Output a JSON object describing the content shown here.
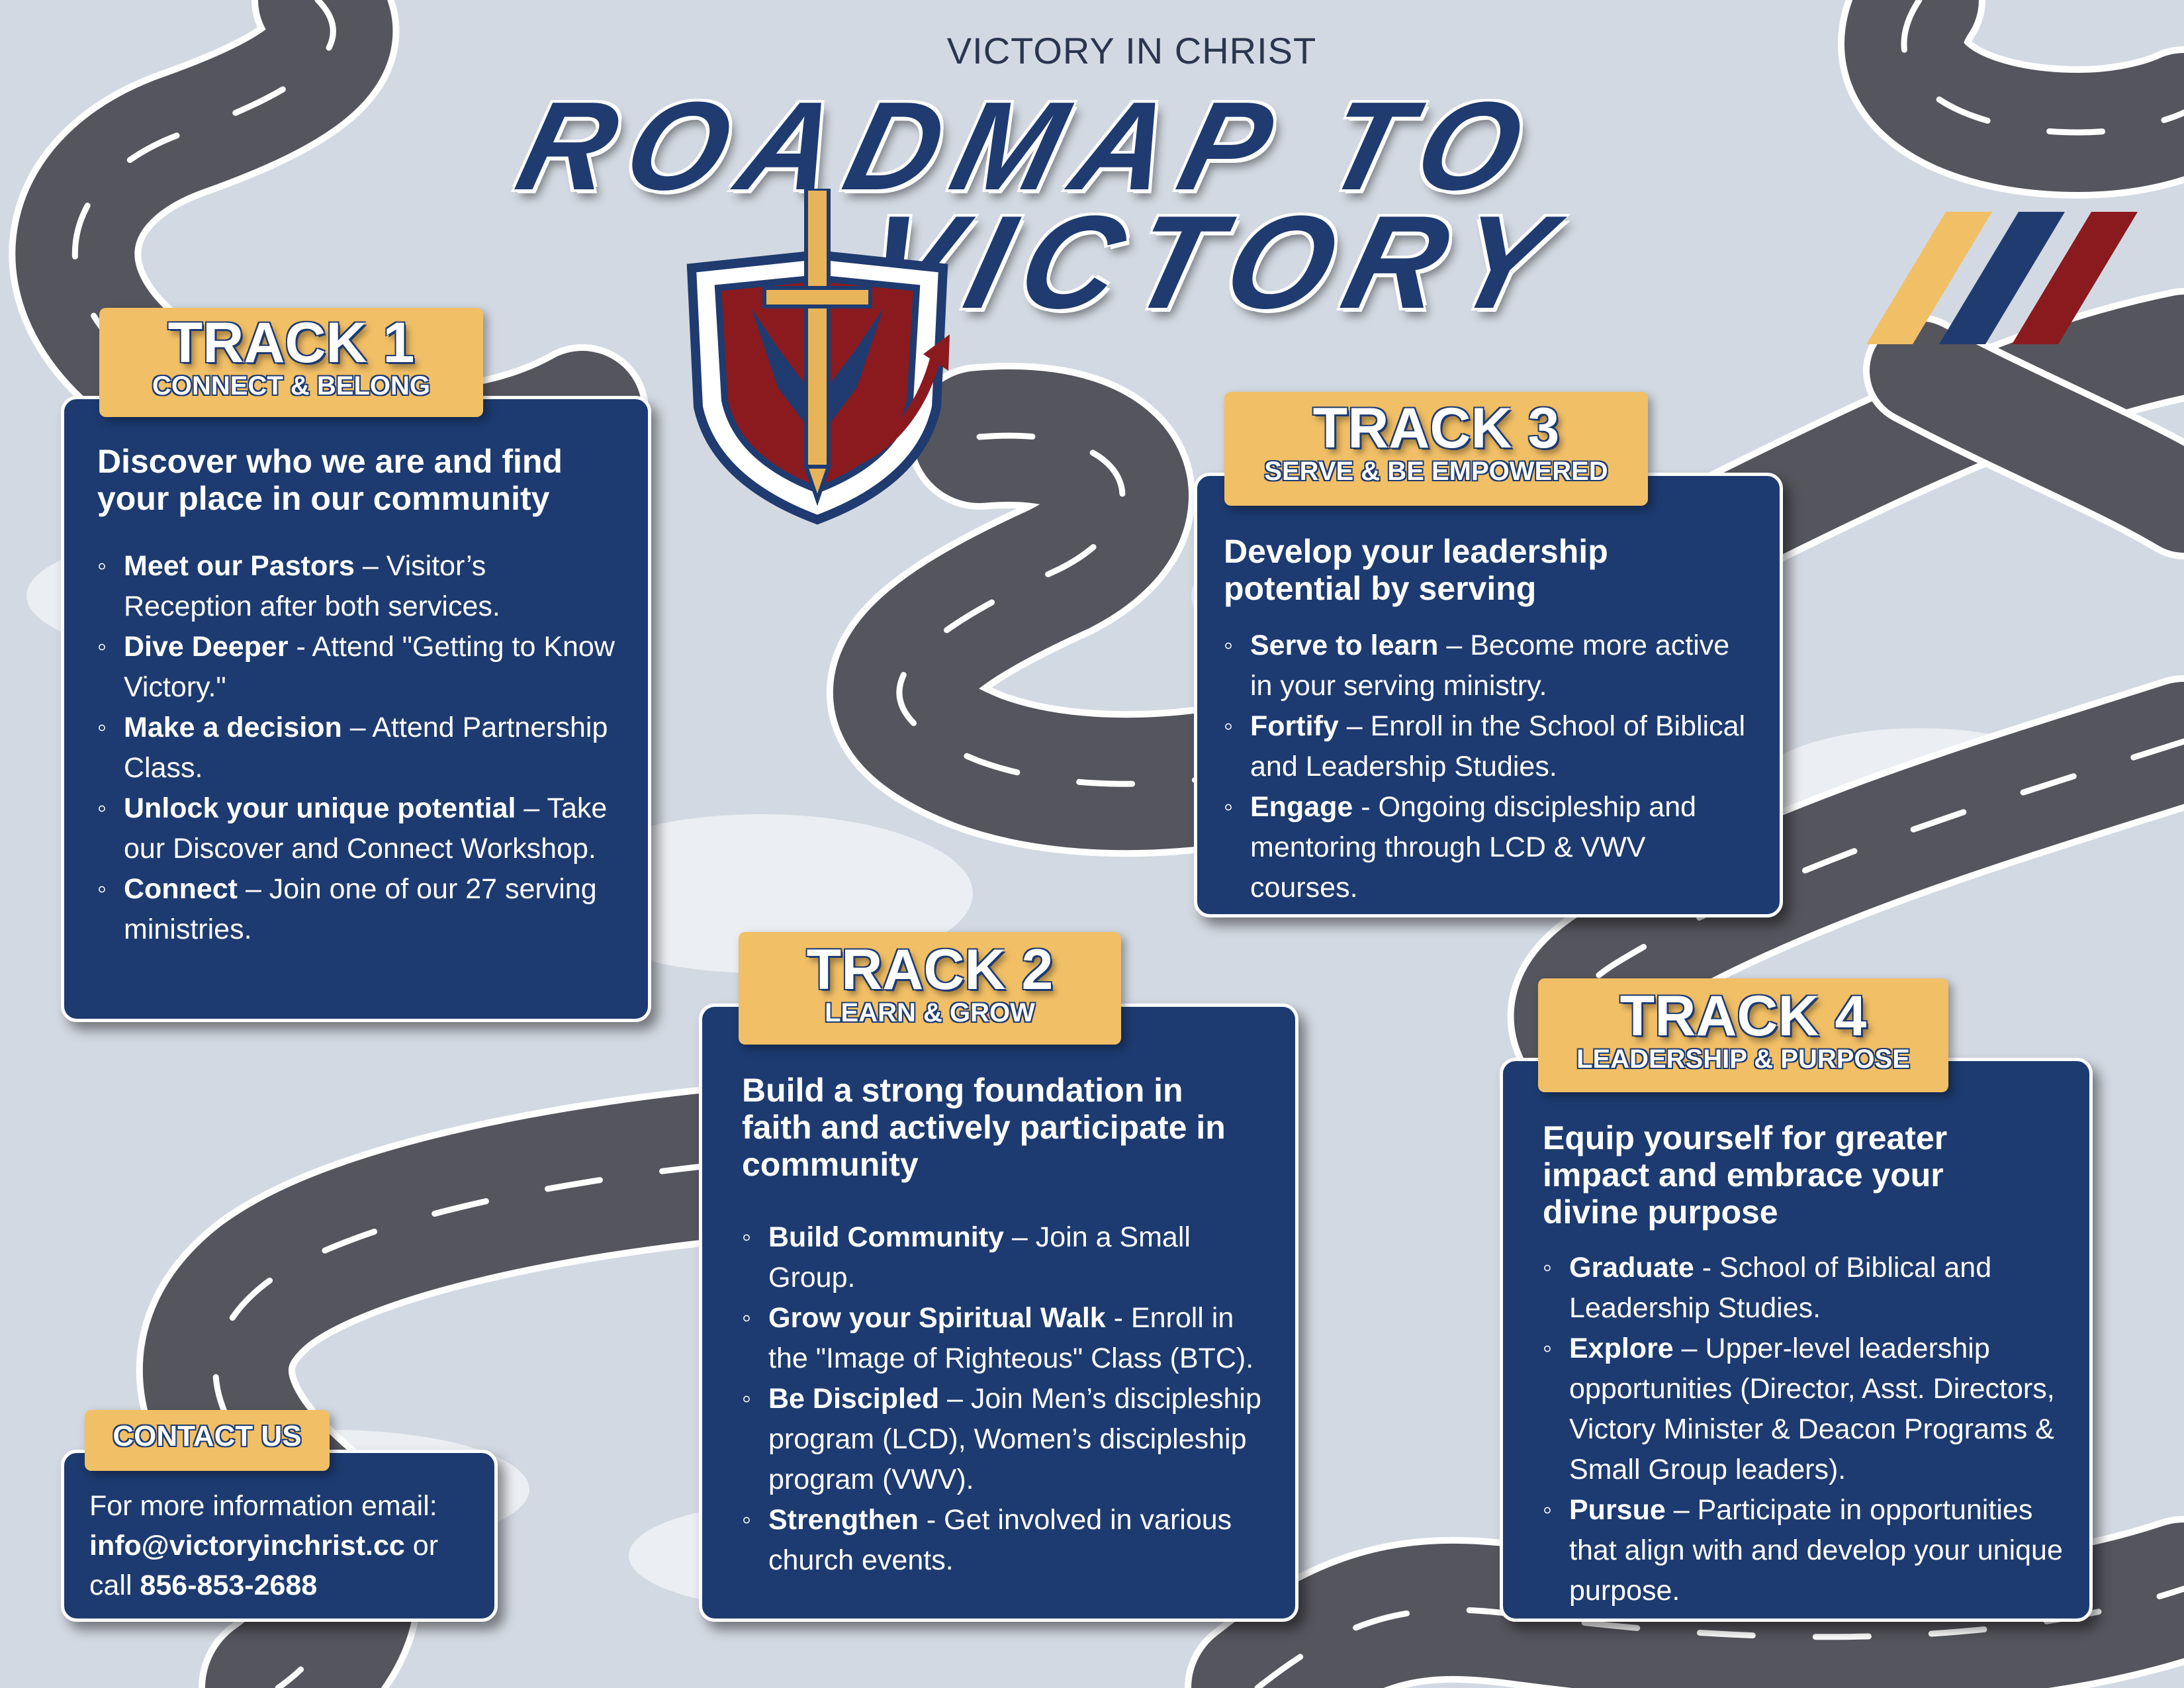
{
  "header": {
    "kicker": "VICTORY IN CHRIST",
    "title_line1": "ROADMAP TO",
    "title_line2": "VICTORY"
  },
  "colors": {
    "navy": "#1d3b70",
    "gold": "#f1bf66",
    "crimson": "#8b1a1f",
    "road": "#55555d",
    "background": "#d3d9e2"
  },
  "tracks": [
    {
      "title": "TRACK 1",
      "subtitle": "CONNECT & BELONG",
      "heading": "Discover who we are and find your place in our community",
      "items": [
        {
          "label": "Meet our Pastors",
          "text": " – Visitor’s Reception after both services."
        },
        {
          "label": "Dive Deeper",
          "text": " - Attend \"Getting to Know Victory.\""
        },
        {
          "label": "Make a decision",
          "text": " – Attend Partnership Class."
        },
        {
          "label": "Unlock your unique potential",
          "text": " – Take our Discover and Connect Workshop."
        },
        {
          "label": "Connect",
          "text": "  – Join one of our 27 serving ministries."
        }
      ]
    },
    {
      "title": "TRACK 2",
      "subtitle": "LEARN & GROW",
      "heading": "Build a strong foundation in faith and actively participate in community",
      "items": [
        {
          "label": "Build Community",
          "text": " – Join a Small Group."
        },
        {
          "label": "Grow your Spiritual Walk",
          "text": " - Enroll in the \"Image of Righteous\" Class (BTC)."
        },
        {
          "label": "Be Discipled",
          "text": " – Join Men’s discipleship program (LCD), Women’s discipleship program (VWV)."
        },
        {
          "label": "Strengthen",
          "text": " - Get involved in various church events."
        }
      ]
    },
    {
      "title": "TRACK 3",
      "subtitle": "SERVE & BE EMPOWERED",
      "heading": "Develop your leadership potential by serving",
      "items": [
        {
          "label": "Serve to learn",
          "text": " – Become more active in your serving ministry."
        },
        {
          "label": "Fortify",
          "text": " – Enroll in the School of Biblical and Leadership Studies."
        },
        {
          "label": "Engage",
          "text": " - Ongoing discipleship and mentoring through LCD & VWV courses."
        }
      ]
    },
    {
      "title": "TRACK 4",
      "subtitle": "LEADERSHIP & PURPOSE",
      "heading": "Equip yourself for greater impact and embrace your divine purpose",
      "items": [
        {
          "label": "Graduate",
          "text": " - School of Biblical and Leadership Studies."
        },
        {
          "label": "Explore",
          "text": " – Upper-level leadership opportunities (Director, Asst. Directors, Victory Minister & Deacon Programs & Small Group leaders)."
        },
        {
          "label": "Pursue",
          "text": " – Participate in opportunities that align with and develop your unique purpose."
        }
      ]
    }
  ],
  "contact": {
    "title": "CONTACT US",
    "line1": "For more information email:",
    "email": "info@victoryinchrist.cc",
    "or_call": " or call ",
    "phone": "856-853-2688"
  },
  "icons": {
    "logo": "shield-sword-arrow-icon",
    "stripes": "gold-navy-crimson-stripes"
  }
}
